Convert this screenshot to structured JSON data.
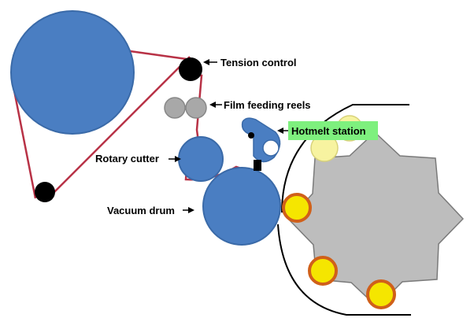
{
  "labels": {
    "tension_control": "Tension control",
    "film_feeding_reels": "Film feeding reels",
    "hotmelt_station": "Hotmelt station",
    "rotary_cutter": "Rotary cutter",
    "vacuum_drum": "Vacuum drum"
  },
  "colors": {
    "drum_blue": "#4a7ec2",
    "drum_stroke": "#3a6aa8",
    "film_red": "#b83246",
    "reel_gray": "#a8a8a8",
    "star_gray": "#bdbdbd",
    "pad_yellow": "#f5e600",
    "pad_orange": "#d0601a",
    "pad_pale": "#f7f3a0",
    "hotmelt_green": "#7ef07e",
    "black": "#000000"
  }
}
